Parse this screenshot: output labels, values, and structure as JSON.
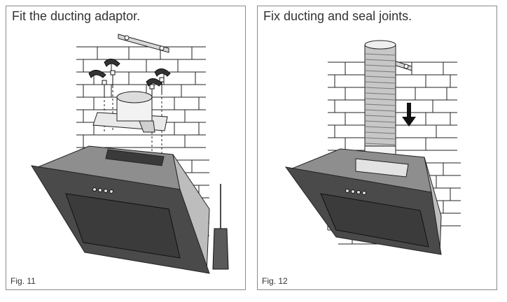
{
  "panels": [
    {
      "title": "Fit the ducting adaptor.",
      "figure": "Fig. 11"
    },
    {
      "title": "Fix ducting and seal joints.",
      "figure": "Fig. 12"
    }
  ]
}
